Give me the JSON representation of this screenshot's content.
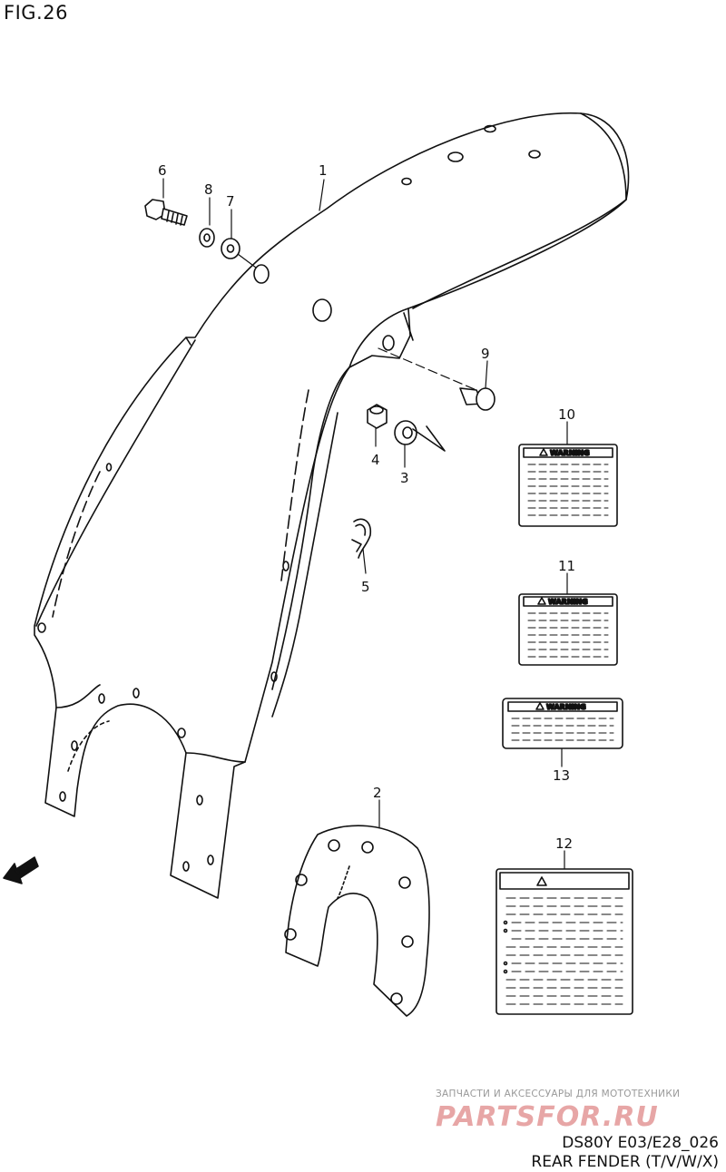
{
  "figure_title": "FIG.26",
  "callouts": [
    "1",
    "2",
    "3",
    "4",
    "5",
    "6",
    "7",
    "8",
    "9",
    "10",
    "11",
    "12",
    "13"
  ],
  "warning_label_text": "WARNING",
  "fwd_arrow_text": "FWD",
  "watermark": {
    "line1": "ЗАПЧАСТИ И АКСЕССУАРЫ ДЛЯ МОТОТЕХНИКИ",
    "logo": "PARTSFOR.RU"
  },
  "footer": {
    "model_code": "DS80Y E03/E28_026",
    "part_group": "REAR FENDER (T/V/W/X)"
  }
}
